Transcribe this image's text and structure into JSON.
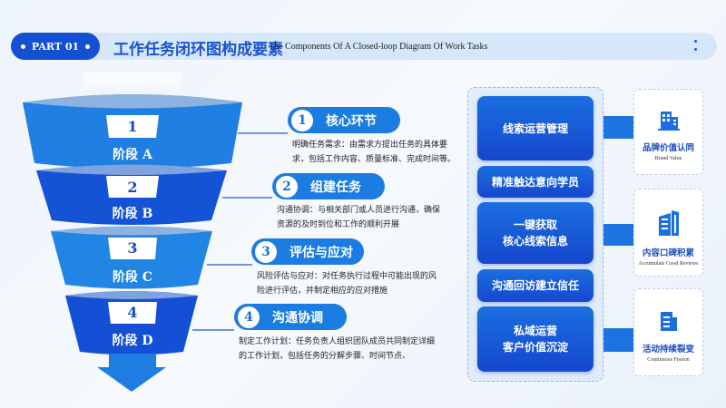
{
  "header": {
    "part": "PART 01",
    "title": "工作任务闭环图构成要素",
    "subtitle": "The Components Of A Closed-loop Diagram Of Work Tasks"
  },
  "funnel": [
    {
      "num": "1",
      "stage": "阶段 A"
    },
    {
      "num": "2",
      "stage": "阶段 B"
    },
    {
      "num": "3",
      "stage": "阶段 C"
    },
    {
      "num": "4",
      "stage": "阶段 D"
    }
  ],
  "steps": [
    {
      "num": "1",
      "title": "核心环节",
      "lines": [
        "明确任务需求：由需求方提出任务的具体要",
        "求，包括工作内容、质量标准、完成时间等。"
      ]
    },
    {
      "num": "2",
      "title": "组建任务",
      "lines": [
        "沟通协调：与相关部门或人员进行沟通，确保",
        "资源的及时到位和工作的顺利开展"
      ]
    },
    {
      "num": "3",
      "title": "评估与应对",
      "lines": [
        "风险评估与应对：对任务执行过程中可能出现的风",
        "险进行评估，并制定相应的应对措施"
      ]
    },
    {
      "num": "4",
      "title": "沟通协调",
      "lines": [
        "制定工作计划：任务负责人组织团队成员共同制定详细",
        "的工作计划，包括任务的分解步骤、时间节点、"
      ]
    }
  ],
  "boxes": [
    {
      "lines": [
        "线索运营管理"
      ]
    },
    {
      "lines": [
        "精准触达意向学员"
      ]
    },
    {
      "lines": [
        "一键获取",
        "核心线索信息"
      ]
    },
    {
      "lines": [
        "沟通回访建立信任"
      ]
    },
    {
      "lines": [
        "私域运营",
        "客户价值沉淀"
      ]
    }
  ],
  "cards": [
    {
      "icon": "building-icon",
      "title": "品牌价值认同",
      "en": "Brand Value"
    },
    {
      "icon": "skyscraper-icon",
      "title": "内容口碑积累",
      "en": "Accumulate Good Reviews"
    },
    {
      "icon": "office-icon",
      "title": "活动持续裂变",
      "en": "Continuous Fission"
    }
  ],
  "colors": {
    "primary": "#1450d2",
    "accent": "#1b7ce2",
    "light": "#d6e7fa"
  }
}
